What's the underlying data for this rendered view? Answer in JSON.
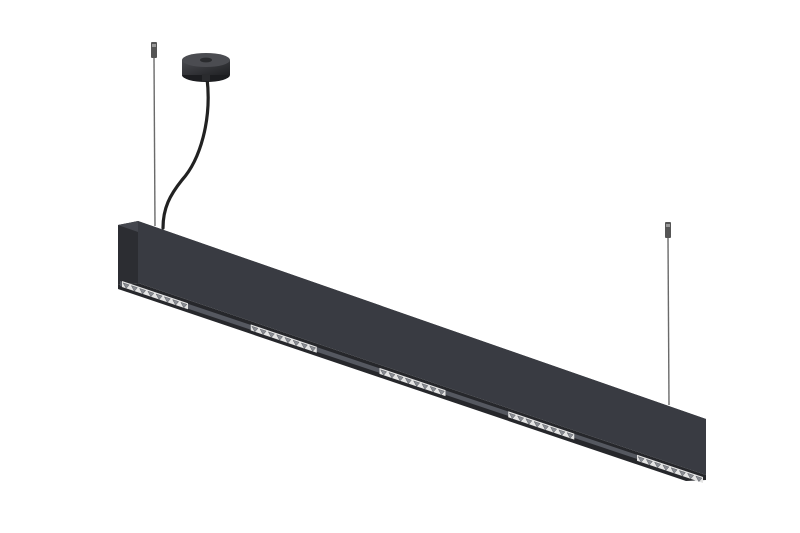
{
  "product": {
    "kind": "linear-pendant-light",
    "housing_color": "#3b3d43",
    "housing_shadow": "#2a2b30",
    "lens_color": "#c8c8c8",
    "cable_color": "#222222",
    "wire_color": "#6a6a6a",
    "canopy_color": "#2e2f33",
    "louver_module_count": 5,
    "suspension_wire_count": 2
  }
}
